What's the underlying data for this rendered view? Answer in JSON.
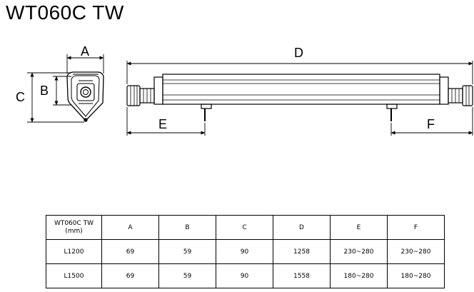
{
  "title": "WT060C TW",
  "dimensions": {
    "A": "A",
    "B": "B",
    "C": "C",
    "D": "D",
    "E": "E",
    "F": "F"
  },
  "table": {
    "model_header_line1": "WT060C TW",
    "model_header_line2": "(mm)",
    "columns": [
      "A",
      "B",
      "C",
      "D",
      "E",
      "F"
    ],
    "rows": [
      {
        "model": "L1200",
        "cells": [
          "69",
          "59",
          "90",
          "1258",
          "230~280",
          "230~280"
        ]
      },
      {
        "model": "L1500",
        "cells": [
          "69",
          "59",
          "90",
          "1558",
          "180~280",
          "180~280"
        ]
      }
    ]
  }
}
